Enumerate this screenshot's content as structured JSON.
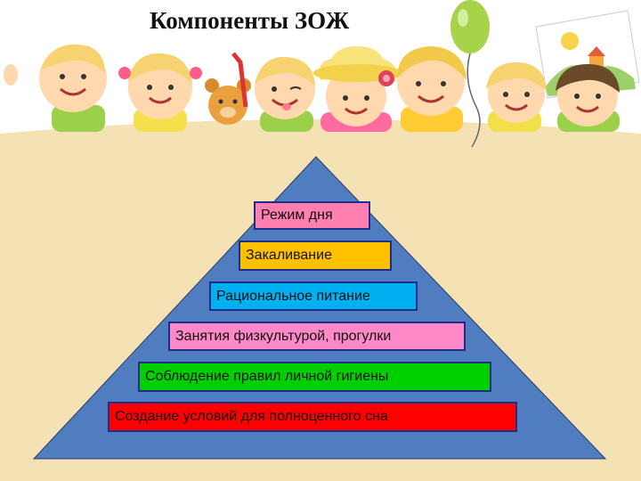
{
  "title": "Компоненты ЗОЖ",
  "pyramid": {
    "levels": [
      {
        "label": "Режим дня",
        "color": "#ff7fb0"
      },
      {
        "label": "Закаливание",
        "color": "#ffc000"
      },
      {
        "label": "Рациональное питание",
        "color": "#00b0f0"
      },
      {
        "label": "Занятия физкультурой, прогулки",
        "color": "#ff88c8"
      },
      {
        "label": "Соблюдение правил личной гигиены",
        "color": "#00d000"
      },
      {
        "label": "Создание условий для полноценного сна",
        "color": "#ff0000"
      }
    ],
    "pyramid_color": "#4f7dc0",
    "background_color": "#f5e2b4"
  }
}
